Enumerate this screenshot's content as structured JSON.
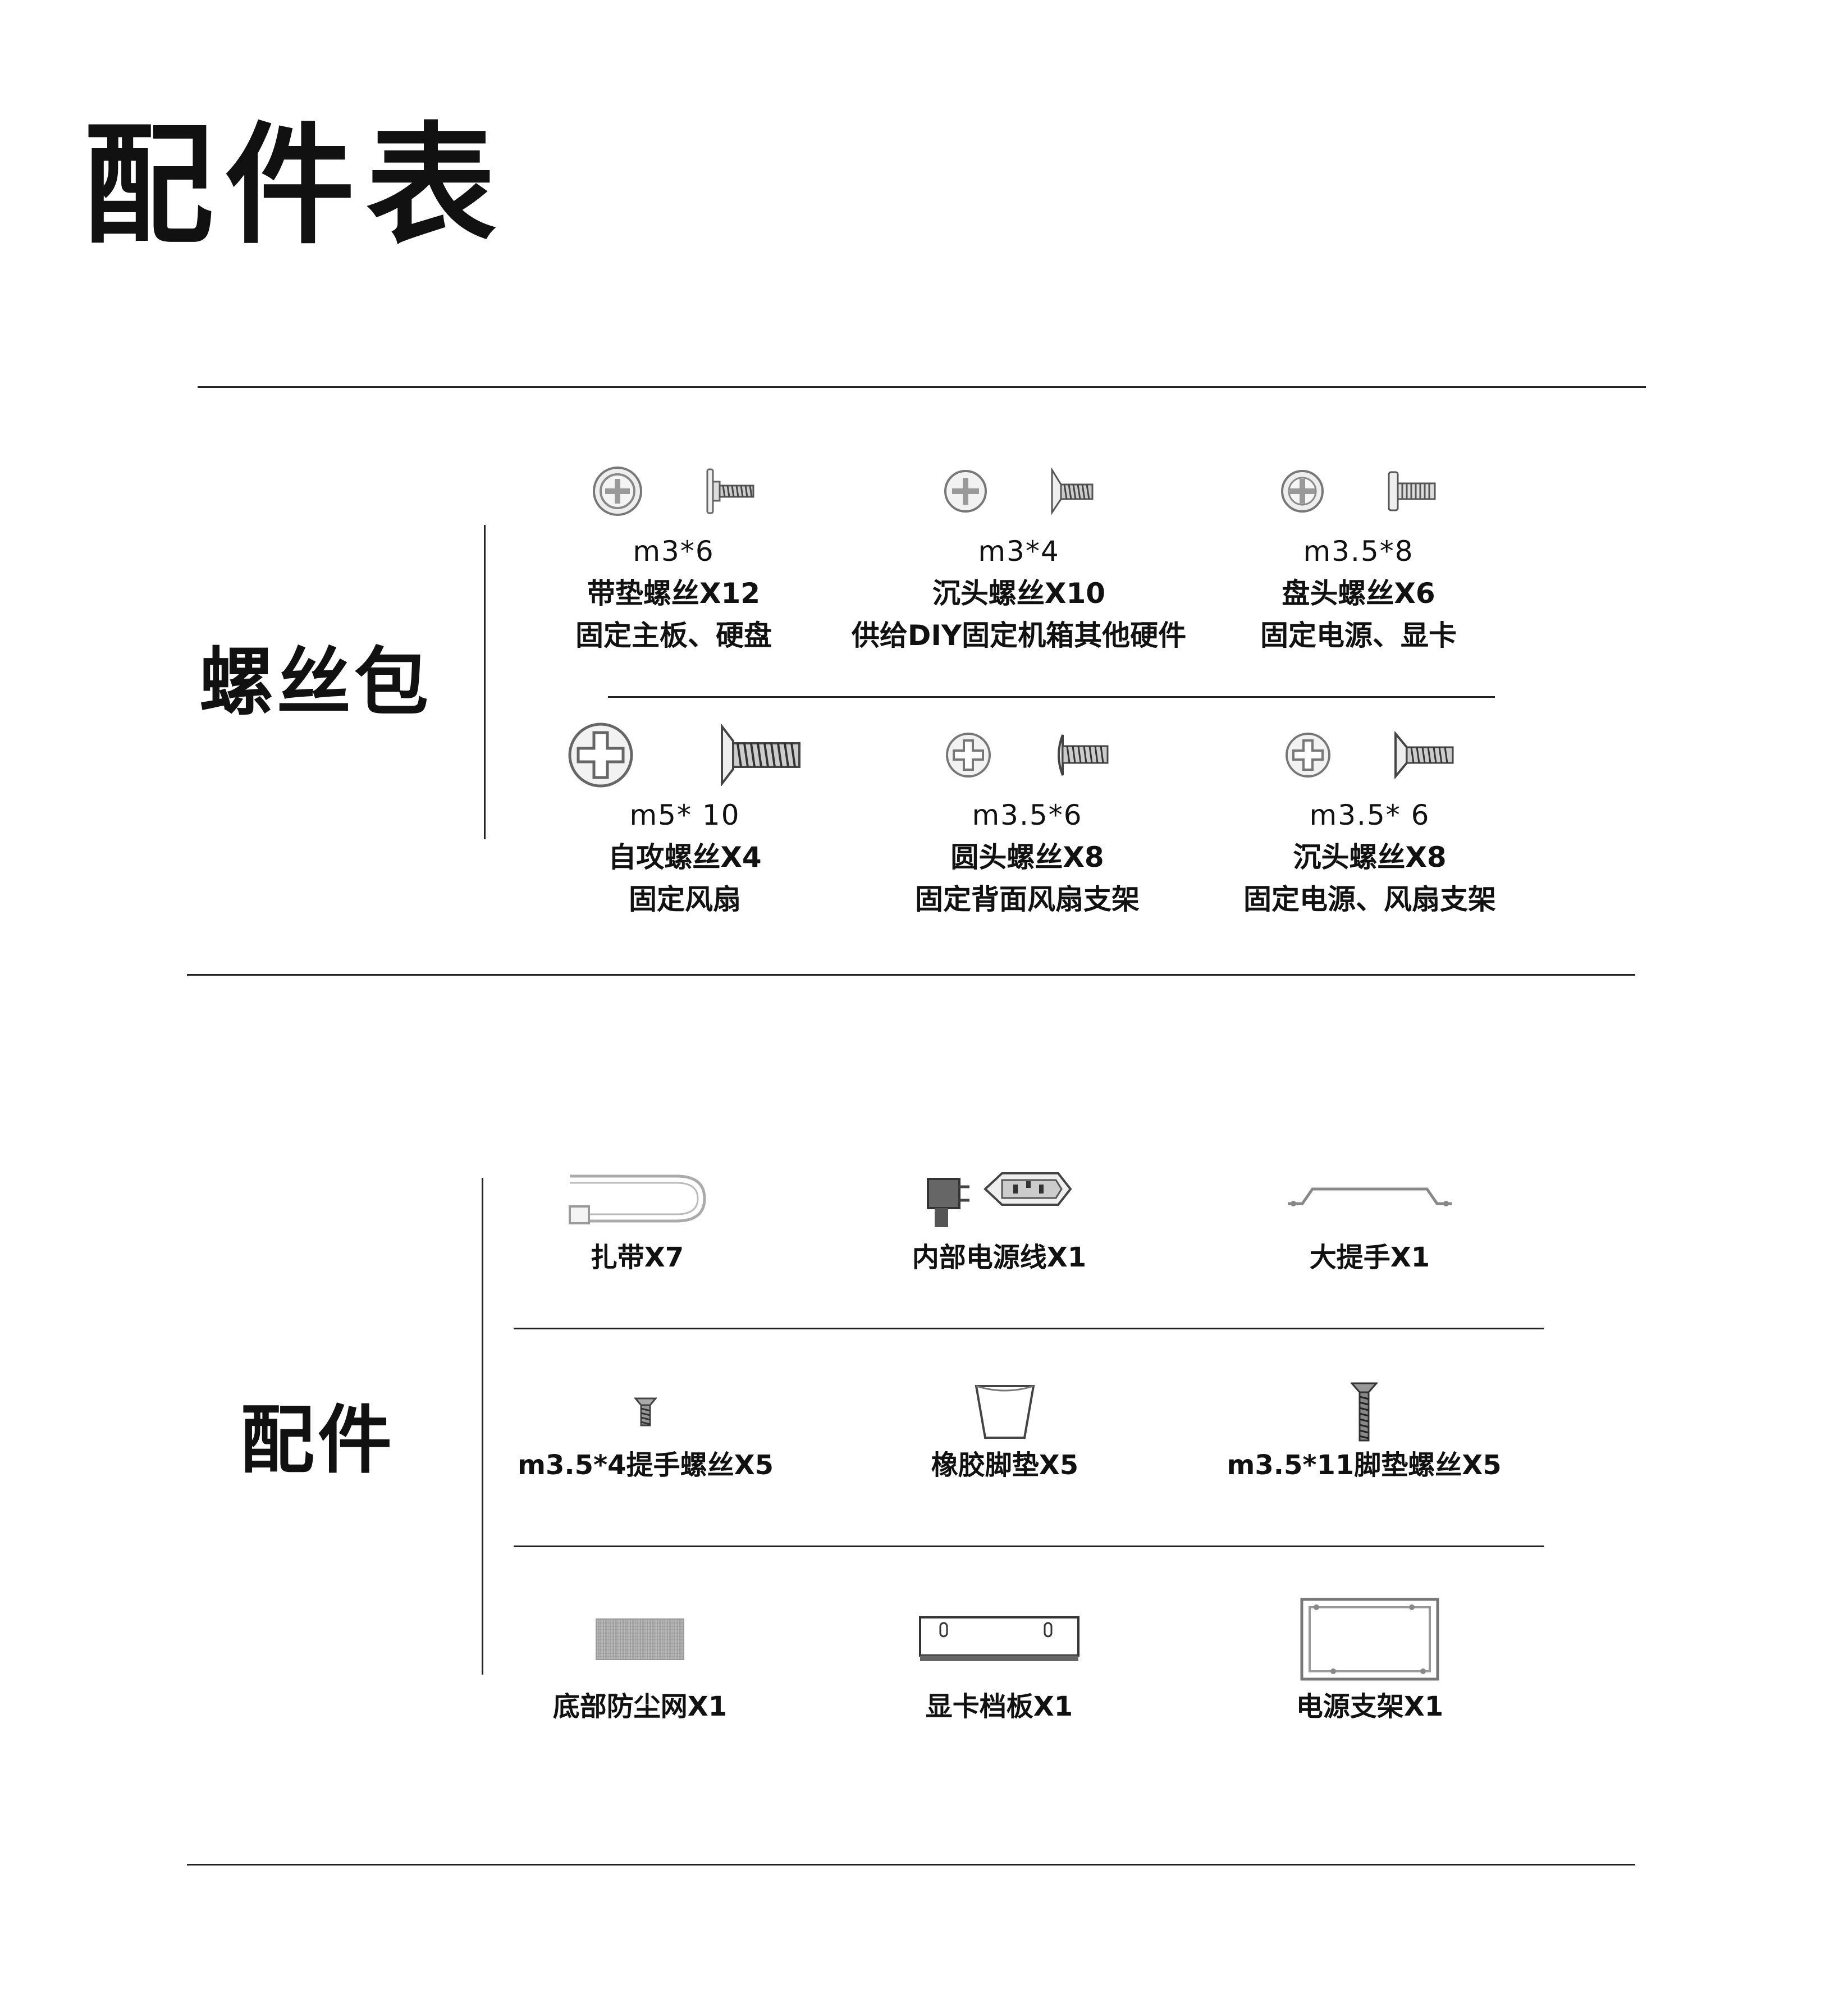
{
  "title": "配件表",
  "screw_section": {
    "label": "螺丝包",
    "items": [
      {
        "size": "m3*6",
        "name": "带垫螺丝X12",
        "use": "固定主板、硬盘",
        "head_icon": "washer-phillips-head-icon",
        "side_icon": "washer-screw-side-icon"
      },
      {
        "size": "m3*4",
        "name": "沉头螺丝X10",
        "use": "供给DIY固定机箱其他硬件",
        "head_icon": "countersunk-phillips-head-icon",
        "side_icon": "countersunk-screw-side-icon"
      },
      {
        "size": "m3.5*8",
        "name": "盘头螺丝X6",
        "use": "固定电源、显卡",
        "head_icon": "pan-phillips-head-icon",
        "side_icon": "pan-screw-side-icon"
      },
      {
        "size": "m5* 10",
        "name": "自攻螺丝X4",
        "use": "固定风扇",
        "head_icon": "large-phillips-head-icon",
        "side_icon": "self-tapping-screw-side-icon"
      },
      {
        "size": "m3.5*6",
        "name": "圆头螺丝X8",
        "use": "固定背面风扇支架",
        "head_icon": "round-phillips-head-icon",
        "side_icon": "round-screw-side-icon"
      },
      {
        "size": "m3.5* 6",
        "name": "沉头螺丝X8",
        "use": "固定电源、风扇支架",
        "head_icon": "countersunk-phillips-head-icon",
        "side_icon": "countersunk-screw-side-icon"
      }
    ]
  },
  "accessory_section": {
    "label": "配件",
    "items": [
      {
        "name": "扎带X7",
        "icon": "cable-tie-icon"
      },
      {
        "name": "内部电源线X1",
        "icon": "power-cable-icon"
      },
      {
        "name": "大提手X1",
        "icon": "handle-icon"
      },
      {
        "name": "m3.5*4提手螺丝X5",
        "icon": "handle-screw-icon"
      },
      {
        "name": "橡胶脚垫X5",
        "icon": "rubber-foot-icon"
      },
      {
        "name": "m3.5*11脚垫螺丝X5",
        "icon": "foot-screw-icon"
      },
      {
        "name": "底部防尘网X1",
        "icon": "dust-filter-icon"
      },
      {
        "name": "显卡档板X1",
        "icon": "gpu-bracket-icon"
      },
      {
        "name": "电源支架X1",
        "icon": "psu-bracket-icon"
      }
    ]
  }
}
